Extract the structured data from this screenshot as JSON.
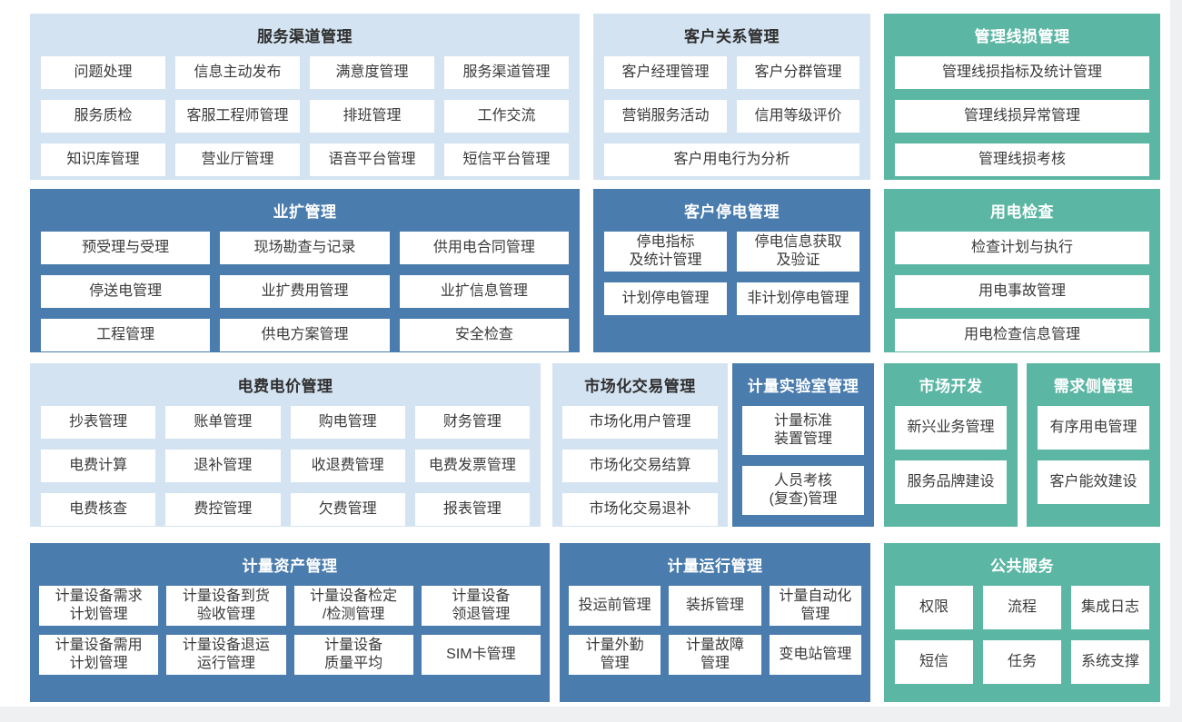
{
  "colors": {
    "light_blue_block": "#d4e3f1",
    "dark_blue_block": "#4a7cad",
    "teal_block": "#5cb6a4",
    "card_background": "#ffffff",
    "card_text": "#3a3a3a",
    "title_on_light": "#2e2e2e",
    "title_on_dark": "#ffffff"
  },
  "blocks": [
    {
      "title": "服务渠道管理",
      "theme": "light",
      "items": [
        "问题处理",
        "信息主动发布",
        "满意度管理",
        "服务渠道管理",
        "服务质检",
        "客服工程师管理",
        "排班管理",
        "工作交流",
        "知识库管理",
        "营业厅管理",
        "语音平台管理",
        "短信平台管理"
      ]
    },
    {
      "title": "客户关系管理",
      "theme": "light",
      "items": [
        "客户经理管理",
        "客户分群管理",
        "营销服务活动",
        "信用等级评价",
        "客户用电行为分析"
      ]
    },
    {
      "title": "管理线损管理",
      "theme": "teal",
      "items": [
        "管理线损指标及统计管理",
        "管理线损异常管理",
        "管理线损考核"
      ]
    },
    {
      "title": "业扩管理",
      "theme": "dark",
      "items": [
        "预受理与受理",
        "现场勘查与记录",
        "供用电合同管理",
        "停送电管理",
        "业扩费用管理",
        "业扩信息管理",
        "工程管理",
        "供电方案管理",
        "安全检查"
      ]
    },
    {
      "title": "客户停电管理",
      "theme": "dark",
      "items": [
        "停电指标\n及统计管理",
        "停电信息获取\n及验证",
        "计划停电管理",
        "非计划停电管理"
      ]
    },
    {
      "title": "用电检查",
      "theme": "teal",
      "items": [
        "检查计划与执行",
        "用电事故管理",
        "用电检查信息管理"
      ]
    },
    {
      "title": "电费电价管理",
      "theme": "light",
      "items": [
        "抄表管理",
        "账单管理",
        "购电管理",
        "财务管理",
        "电费计算",
        "退补管理",
        "收退费管理",
        "电费发票管理",
        "电费核查",
        "费控管理",
        "欠费管理",
        "报表管理"
      ]
    },
    {
      "title": "市场化交易管理",
      "theme": "light",
      "items": [
        "市场化用户管理",
        "市场化交易结算",
        "市场化交易退补"
      ]
    },
    {
      "title": "计量实验室管理",
      "theme": "dark",
      "items": [
        "计量标准\n装置管理",
        "人员考核\n(复查)管理"
      ]
    },
    {
      "title": "市场开发",
      "theme": "teal",
      "items": [
        "新兴业务管理",
        "服务品牌建设"
      ]
    },
    {
      "title": "需求侧管理",
      "theme": "teal",
      "items": [
        "有序用电管理",
        "客户能效建设"
      ]
    },
    {
      "title": "计量资产管理",
      "theme": "dark",
      "items": [
        "计量设备需求\n计划管理",
        "计量设备到货\n验收管理",
        "计量设备检定\n/检测管理",
        "计量设备\n领退管理",
        "计量设备需用\n计划管理",
        "计量设备退运\n运行管理",
        "计量设备\n质量平均",
        "SIM卡管理"
      ]
    },
    {
      "title": "计量运行管理",
      "theme": "dark",
      "items": [
        "投运前管理",
        "装拆管理",
        "计量自动化\n管理",
        "计量外勤\n管理",
        "计量故障\n管理",
        "变电站管理"
      ]
    },
    {
      "title": "公共服务",
      "theme": "teal",
      "items": [
        "权限",
        "流程",
        "集成日志",
        "短信",
        "任务",
        "系统支撑"
      ]
    }
  ]
}
